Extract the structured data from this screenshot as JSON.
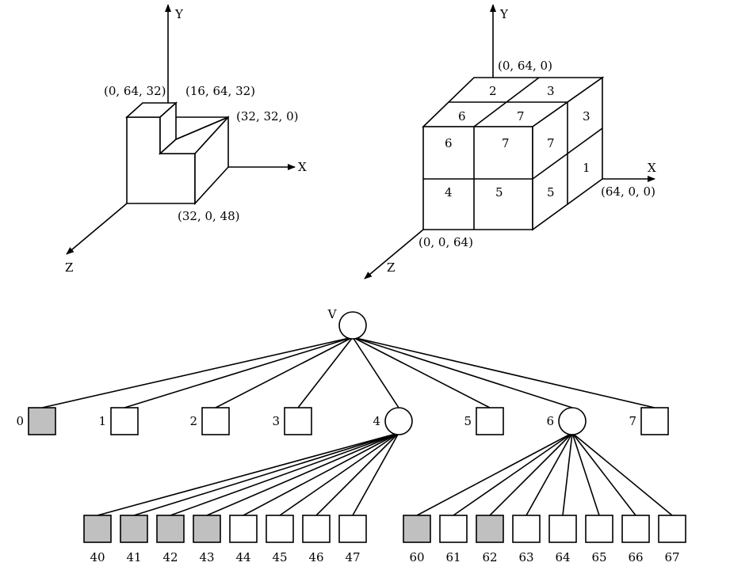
{
  "figure_left": {
    "axis_y": "Y",
    "axis_x": "X",
    "axis_z": "Z",
    "coords": {
      "top_left": "(0, 64, 32)",
      "top_right": "(16, 64, 32)",
      "right": "(32, 32, 0)",
      "bottom": "(32, 0, 48)"
    }
  },
  "figure_right": {
    "axis_y": "Y",
    "axis_x": "X",
    "axis_z": "Z",
    "coords": {
      "top": "(0, 64, 0)",
      "right": "(64, 0, 0)",
      "origin_front": "(0, 0, 64)"
    },
    "octant_labels": {
      "top_back_left": "2",
      "top_back_right": "3",
      "top_front_left": "6",
      "top_front_right": "7",
      "front_upper_left": "6",
      "front_upper_right": "7",
      "front_lower_left": "4",
      "front_lower_right": "5",
      "side_upper_front": "7",
      "side_upper_back": "3",
      "side_lower_front": "5",
      "side_lower_back": "1"
    }
  },
  "tree": {
    "root_label": "V",
    "level1": [
      {
        "label": "0",
        "filled": true
      },
      {
        "label": "1",
        "filled": false
      },
      {
        "label": "2",
        "filled": false
      },
      {
        "label": "3",
        "filled": false
      },
      {
        "label": "4",
        "node": true
      },
      {
        "label": "5",
        "filled": false
      },
      {
        "label": "6",
        "node": true
      },
      {
        "label": "7",
        "filled": false
      }
    ],
    "children_4": [
      {
        "label": "40",
        "filled": true
      },
      {
        "label": "41",
        "filled": true
      },
      {
        "label": "42",
        "filled": true
      },
      {
        "label": "43",
        "filled": true
      },
      {
        "label": "44",
        "filled": false
      },
      {
        "label": "45",
        "filled": false
      },
      {
        "label": "46",
        "filled": false
      },
      {
        "label": "47",
        "filled": false
      }
    ],
    "children_6": [
      {
        "label": "60",
        "filled": true
      },
      {
        "label": "61",
        "filled": false
      },
      {
        "label": "62",
        "filled": true
      },
      {
        "label": "63",
        "filled": false
      },
      {
        "label": "64",
        "filled": false
      },
      {
        "label": "65",
        "filled": false
      },
      {
        "label": "66",
        "filled": false
      },
      {
        "label": "67",
        "filled": false
      }
    ],
    "colors": {
      "filled": "#c0c0c0",
      "empty": "#ffffff",
      "stroke": "#000000"
    }
  }
}
